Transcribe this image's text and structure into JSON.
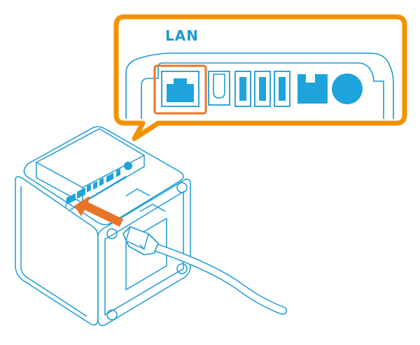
{
  "callout": {
    "port_label": "LAN"
  },
  "colors": {
    "outline_blue": "#1a9ad6",
    "fill_blue": "#1fa3dc",
    "highlight_orange": "#f39200",
    "arrow_orange": "#e8742a",
    "background": "#ffffff"
  },
  "ports": [
    {
      "name": "lan-port",
      "icon": "ethernet-port-icon",
      "highlighted": true
    },
    {
      "name": "power-port",
      "icon": "power-jack-icon",
      "highlighted": false
    },
    {
      "name": "usb-port-1",
      "icon": "usb-port-icon",
      "highlighted": false
    },
    {
      "name": "usb-port-2",
      "icon": "usb-port-icon",
      "highlighted": false
    },
    {
      "name": "usb-port-3",
      "icon": "usb-port-icon",
      "highlighted": false
    },
    {
      "name": "drawer-port",
      "icon": "drawer-kick-port-icon",
      "highlighted": false
    },
    {
      "name": "dc-in-port",
      "icon": "round-dc-port-icon",
      "highlighted": false
    }
  ]
}
